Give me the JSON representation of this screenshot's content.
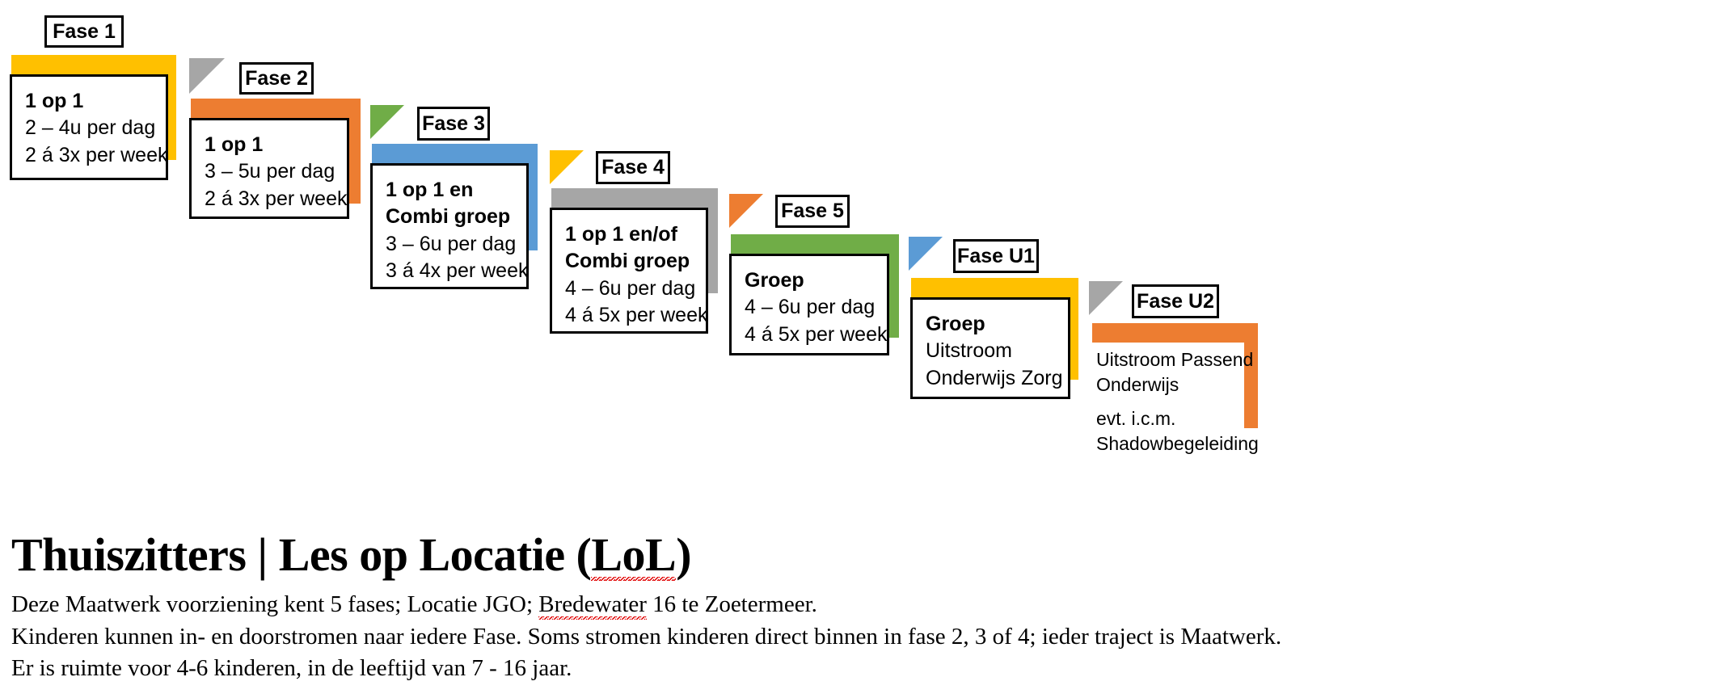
{
  "document": {
    "title": "Thuiszitters | Les op Locatie (LoL)",
    "title_parts": {
      "before": "Thuiszitters | Les op Locatie (",
      "misspelled": "LoL",
      "after": ")"
    },
    "paragraph_lines": [
      "Deze Maatwerk voorziening kent 5 fases; Locatie JGO; Bredewater 16 te Zoetermeer.",
      "Kinderen kunnen in- en doorstromen naar iedere Fase. Soms stromen kinderen direct binnen in fase 2, 3 of 4; ieder traject is Maatwerk.",
      "Er is ruimte voor 4-6 kinderen, in de leeftijd van 7 - 16 jaar."
    ],
    "paragraph_line1_parts": {
      "before": "Deze Maatwerk voorziening kent 5 fases; Locatie JGO; ",
      "misspelled": "Bredewater",
      "after": " 16 te Zoetermeer."
    }
  },
  "colors": {
    "yellow": "#FFC000",
    "orange": "#ED7D31",
    "blue": "#5B9BD5",
    "gray": "#A6A6A6",
    "green": "#70AD47",
    "black": "#000000",
    "white": "#FFFFFF",
    "spellcheck_red": "#E00000"
  },
  "phases": [
    {
      "id": "fase-1",
      "label": "Fase 1",
      "accent_color": "#FFC000",
      "connector_color": null,
      "lines": [
        {
          "text": "1 op 1",
          "bold": true
        },
        {
          "text": "2 – 4u per dag",
          "bold": false
        },
        {
          "text": "2 á 3x per week",
          "bold": false
        }
      ]
    },
    {
      "id": "fase-2",
      "label": "Fase 2",
      "accent_color": "#ED7D31",
      "connector_color": "#A6A6A6",
      "lines": [
        {
          "text": "1 op 1",
          "bold": true
        },
        {
          "text": "3 – 5u per dag",
          "bold": false
        },
        {
          "text": "2 á 3x per week",
          "bold": false
        }
      ]
    },
    {
      "id": "fase-3",
      "label": "Fase 3",
      "accent_color": "#5B9BD5",
      "connector_color": "#70AD47",
      "lines": [
        {
          "text": "1 op 1 en",
          "bold": true
        },
        {
          "text": "Combi groep",
          "bold": true
        },
        {
          "text": "3 – 6u per dag",
          "bold": false
        },
        {
          "text": "3 á 4x per week",
          "bold": false
        }
      ]
    },
    {
      "id": "fase-4",
      "label": "Fase 4",
      "accent_color": "#A6A6A6",
      "connector_color": "#FFC000",
      "lines": [
        {
          "text": "1 op 1 en/of",
          "bold": true
        },
        {
          "text": "Combi groep",
          "bold": true
        },
        {
          "text": "4 – 6u per dag",
          "bold": false
        },
        {
          "text": "4 á 5x per week",
          "bold": false
        }
      ]
    },
    {
      "id": "fase-5",
      "label": "Fase 5",
      "accent_color": "#70AD47",
      "connector_color": "#ED7D31",
      "lines": [
        {
          "text": "Groep",
          "bold": true
        },
        {
          "text": "4 – 6u per dag",
          "bold": false
        },
        {
          "text": "4 á 5x per week",
          "bold": false
        }
      ]
    },
    {
      "id": "fase-u1",
      "label": "Fase U1",
      "accent_color": "#FFC000",
      "connector_color": "#5B9BD5",
      "lines": [
        {
          "text": "Groep",
          "bold": true
        },
        {
          "text": "Uitstroom",
          "bold": false
        },
        {
          "text": "Onderwijs Zorg",
          "bold": false
        }
      ]
    },
    {
      "id": "fase-u2",
      "label": "Fase U2",
      "accent_color": "#ED7D31",
      "connector_color": "#A6A6A6",
      "lines": [
        {
          "text": "Uitstroom Passend",
          "bold": false
        },
        {
          "text": "Onderwijs",
          "bold": false
        },
        {
          "text": "evt. i.c.m.",
          "bold": false,
          "gap": true
        },
        {
          "text": "Shadowbegeleiding",
          "bold": false
        }
      ]
    }
  ]
}
